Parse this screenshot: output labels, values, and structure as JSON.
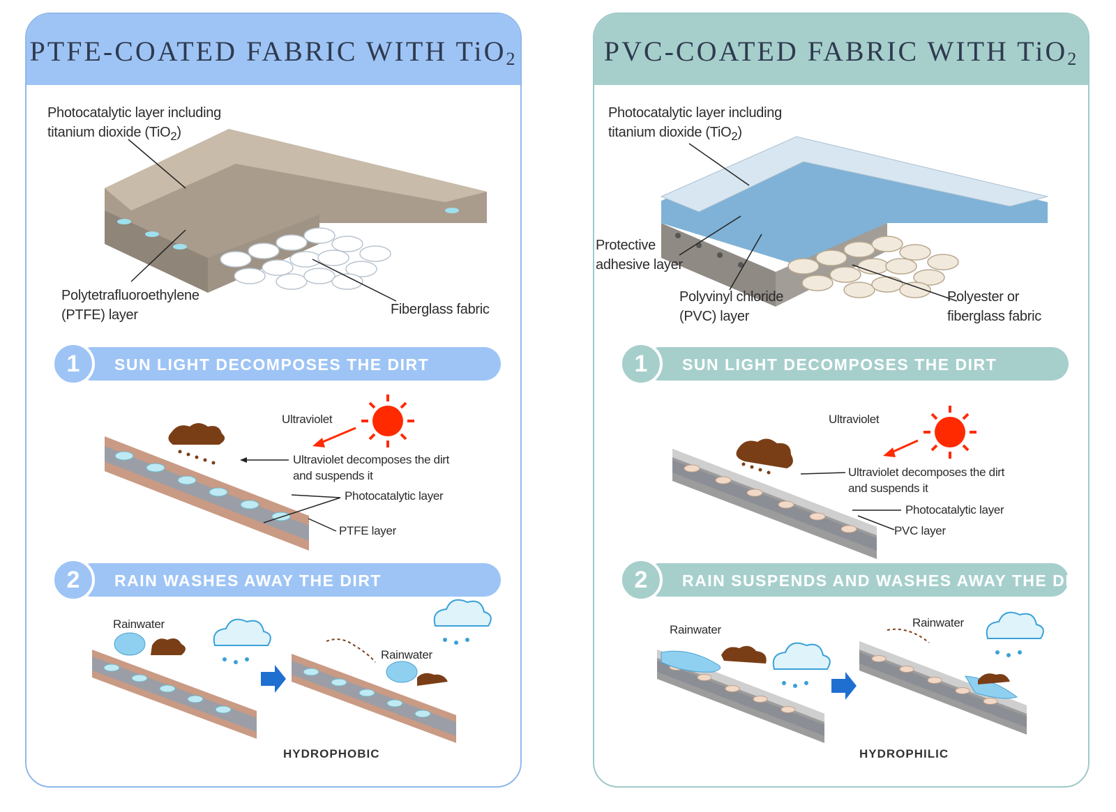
{
  "left": {
    "title": "PTFE-COATED FABRIC WITH TiO",
    "title_sub": "2",
    "labels": {
      "photocatalytic_line1": "Photocatalytic layer including",
      "photocatalytic_line2": "titanium dioxide (TiO",
      "photocatalytic_sub": "2",
      "photocatalytic_close": ")",
      "base_line1": "Polytetrafluoroethylene",
      "base_line2": "(PTFE) layer",
      "fabric": "Fiberglass fabric",
      "ultraviolet": "Ultraviolet",
      "decomposes_line1": "Ultraviolet decomposes the dirt",
      "decomposes_line2": "and suspends it",
      "photocatalytic_layer": "Photocatalytic layer",
      "base_layer": "PTFE  layer",
      "rainwater_1": "Rainwater",
      "rainwater_2": "Rainwater",
      "mode": "HYDROPHOBIC"
    },
    "steps": [
      {
        "number": "1",
        "title": "SUN LIGHT DECOMPOSES THE DIRT"
      },
      {
        "number": "2",
        "title": "RAIN WASHES AWAY THE DIRT"
      }
    ]
  },
  "right": {
    "title": "PVC-COATED FABRIC WITH TiO",
    "title_sub": "2",
    "labels": {
      "photocatalytic_line1": "Photocatalytic layer including",
      "photocatalytic_line2": "titanium dioxide (TiO",
      "photocatalytic_sub": "2",
      "photocatalytic_close": ")",
      "adhesive_line1": "Protective",
      "adhesive_line2": "adhesive layer",
      "base_line1": "Polyvinyl chloride",
      "base_line2": "(PVC) layer",
      "fabric_line1": "Polyester or",
      "fabric_line2": "fiberglass fabric",
      "ultraviolet": "Ultraviolet",
      "decomposes_line1": "Ultraviolet decomposes the dirt",
      "decomposes_line2": "and suspends it",
      "photocatalytic_layer": "Photocatalytic layer",
      "base_layer": "PVC layer",
      "rainwater_1": "Rainwater",
      "rainwater_2": "Rainwater",
      "mode": "HYDROPHILIC"
    },
    "steps": [
      {
        "number": "1",
        "title": "SUN LIGHT DECOMPOSES THE DIRT"
      },
      {
        "number": "2",
        "title": "RAIN SUSPENDS AND WASHES AWAY THE DIRT"
      }
    ]
  },
  "colors": {
    "left_accent": "#9ec4f5",
    "right_accent": "#a6cfcc",
    "sun": "#ff2a00",
    "dirt": "#7a3e16",
    "arrow": "#1f6fd1"
  },
  "icons": [
    "sun-icon",
    "cloud-rain-icon",
    "right-arrow-icon",
    "water-drop-icon",
    "dirt-icon"
  ]
}
